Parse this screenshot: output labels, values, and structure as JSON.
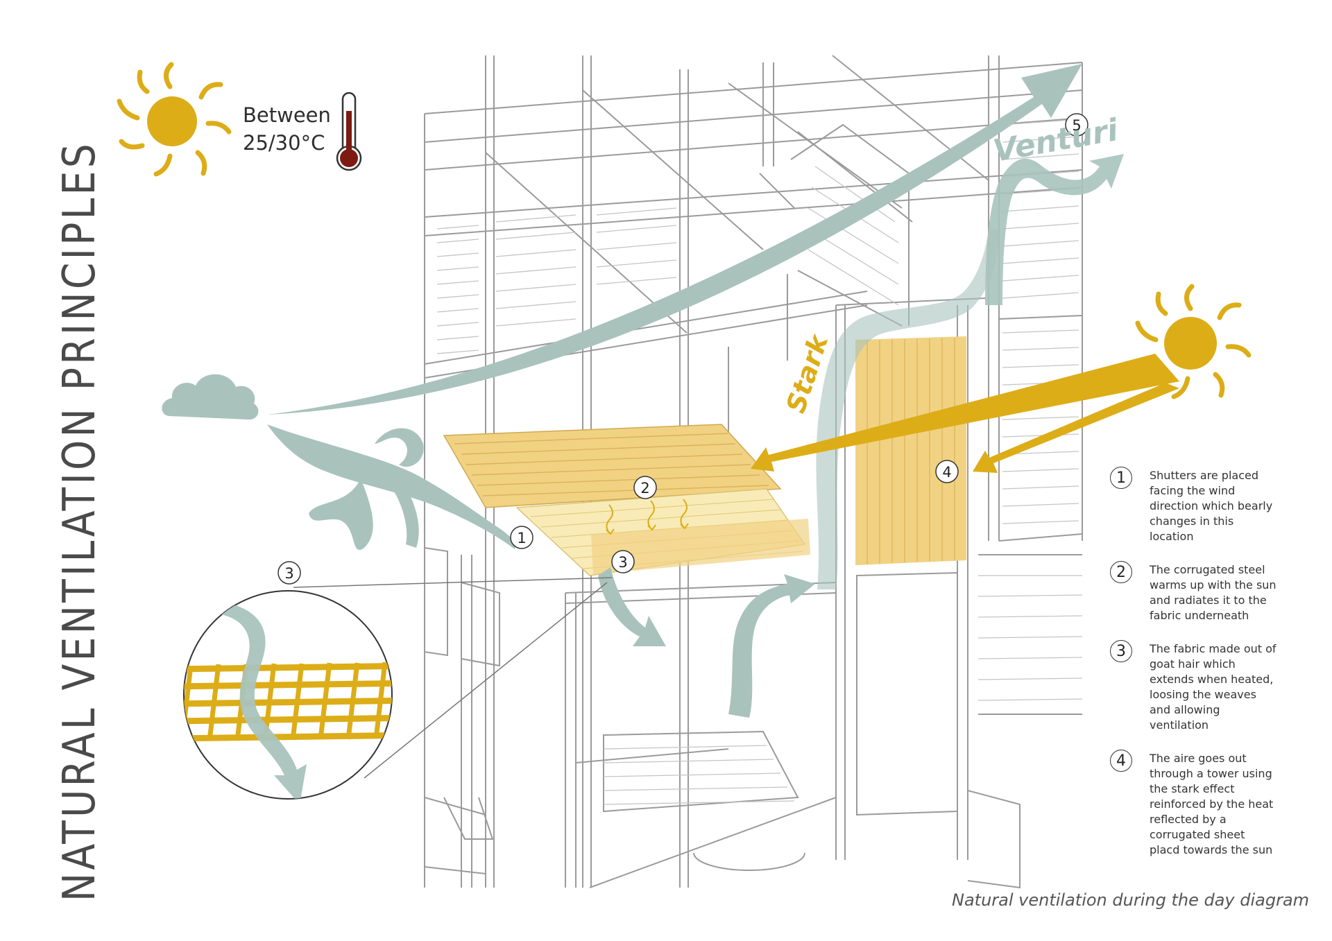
{
  "title": "NATURAL VENTILATION PRINCIPLES",
  "temperature": {
    "line1": "Between",
    "line2": "25/30°C"
  },
  "flow_labels": {
    "venturi": "Venturi",
    "stark": "Stark"
  },
  "markers": [
    "1",
    "2",
    "3",
    "4",
    "5"
  ],
  "legend": [
    {
      "num": "1",
      "text": "Shutters are placed facing the wind direction which bearly changes in this location"
    },
    {
      "num": "2",
      "text": "The corrugated steel warms up with the sun and radiates it to the fabric underneath"
    },
    {
      "num": "3",
      "text": "The fabric made out of goat hair which extends when heated, loosing the weaves and allowing ventilation"
    },
    {
      "num": "4",
      "text": "The aire goes out through a tower using the stark effect reinforced by the heat reflected by a corrugated sheet placd towards the sun"
    }
  ],
  "caption": "Natural ventilation during the day diagram",
  "colors": {
    "sun": "#dcad17",
    "wind": "#a9c3bc",
    "fabric": "#f1d283",
    "line": "#8f8f8f",
    "thermometer": "#7d1b12"
  },
  "icons": [
    "sun-icon",
    "thermometer-icon",
    "cloud-icon"
  ]
}
